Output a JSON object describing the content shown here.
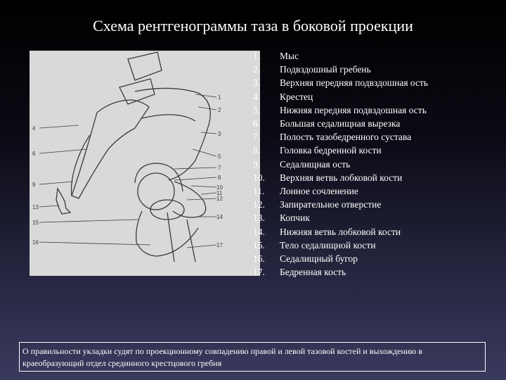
{
  "slide": {
    "title": "Схема рентгенограммы таза в боковой проекции",
    "note": "О правильности укладки судят по проекционному совпадению правой и левой тазовой костей и выхождению в краеобразующий отдел срединного крестцового гребня"
  },
  "legend": [
    {
      "num": "1.",
      "label": "Мыс"
    },
    {
      "num": "2.",
      "label": "Подвздошный гребень"
    },
    {
      "num": "3.",
      "label": "Верхняя передняя подвздошная ость"
    },
    {
      "num": "4.",
      "label": "Крестец"
    },
    {
      "num": "5.",
      "label": "Нижняя передняя подвздошная ость"
    },
    {
      "num": "6.",
      "label": "Большая седалищная вырезка"
    },
    {
      "num": "7.",
      "label": "Полость тазобедренного сустава"
    },
    {
      "num": "8.",
      "label": "Головка бедренной кости"
    },
    {
      "num": "9.",
      "label": "Седалищная ость"
    },
    {
      "num": "10.",
      "label": "Верхняя ветвь лобковой кости"
    },
    {
      "num": "11.",
      "label": "Лонное сочленение"
    },
    {
      "num": "12.",
      "label": "Запирательное отверстие"
    },
    {
      "num": "13.",
      "label": "Копчик"
    },
    {
      "num": "14.",
      "label": "Нижняя ветвь лобковой кости"
    },
    {
      "num": "15.",
      "label": "Тело седалищной кости"
    },
    {
      "num": "16.",
      "label": "Седалищный бугор"
    },
    {
      "num": "17.",
      "label": "Бедренная кость"
    }
  ],
  "figure": {
    "marker_labels": [
      "1",
      "2",
      "3",
      "4",
      "5",
      "6",
      "7",
      "8",
      "9",
      "10",
      "11",
      "12",
      "13",
      "14",
      "15",
      "16",
      "17"
    ]
  },
  "colors": {
    "background_top": "#000000",
    "background_bottom": "#3a3a5e",
    "text": "#ffffff",
    "figure_bg": "#d9d9d9",
    "figure_ink": "#3a3a3a"
  }
}
